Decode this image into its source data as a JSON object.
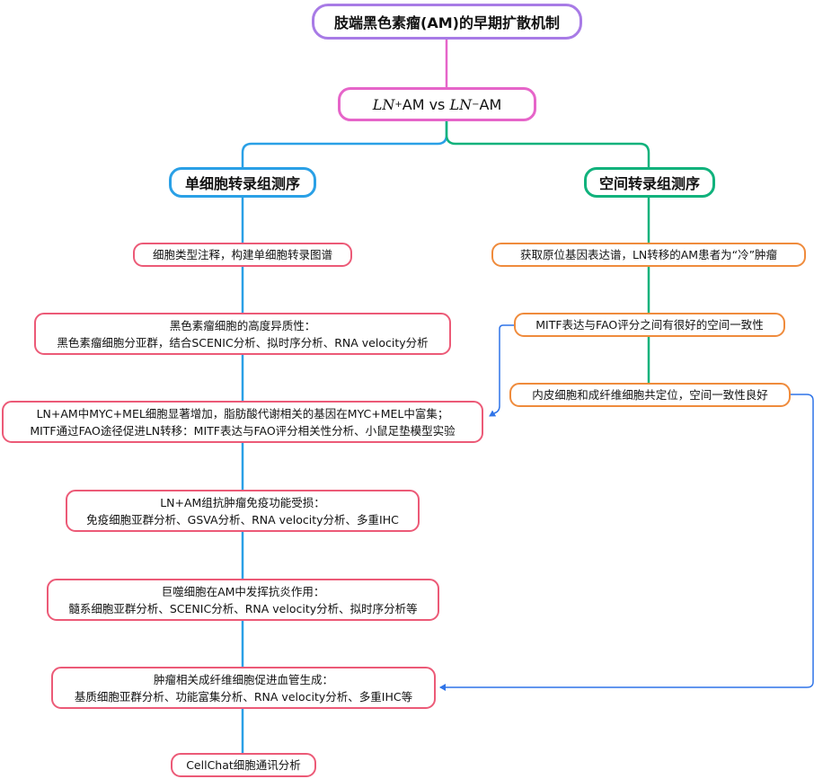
{
  "title": "肢端黑色素瘤(AM)的早期扩散机制",
  "comparison": {
    "ln_symbol": "LN",
    "plus": "+",
    "minus": "−",
    "am_vs": "AM vs ",
    "am": "AM"
  },
  "left_branch": {
    "label": "单细胞转录组测序",
    "nodes": [
      {
        "lines": [
          "细胞类型注释，构建单细胞转录图谱"
        ]
      },
      {
        "lines": [
          "黑色素瘤细胞的高度异质性：",
          "黑色素瘤细胞分亚群，结合SCENIC分析、拟时序分析、RNA velocity分析"
        ]
      },
      {
        "lines": [
          "LN+AM中MYC+MEL细胞显著增加，脂肪酸代谢相关的基因在MYC+MEL中富集；",
          "MITF通过FAO途径促进LN转移：MITF表达与FAO评分相关性分析、小鼠足垫模型实验"
        ]
      },
      {
        "lines": [
          "LN+AM组抗肿瘤免疫功能受损：",
          "免疫细胞亚群分析、GSVA分析、RNA velocity分析、多重IHC"
        ]
      },
      {
        "lines": [
          "巨噬细胞在AM中发挥抗炎作用：",
          "髓系细胞亚群分析、SCENIC分析、RNA velocity分析、拟时序分析等"
        ]
      },
      {
        "lines": [
          "肿瘤相关成纤维细胞促进血管生成：",
          "基质细胞亚群分析、功能富集分析、RNA velocity分析、多重IHC等"
        ]
      },
      {
        "lines": [
          "CellChat细胞通讯分析"
        ]
      }
    ]
  },
  "right_branch": {
    "label": "空间转录组测序",
    "nodes": [
      {
        "lines": [
          "获取原位基因表达谱，LN转移的AM患者为“冷”肿瘤"
        ]
      },
      {
        "lines": [
          "MITF表达与FAO评分之间有很好的空间一致性"
        ]
      },
      {
        "lines": [
          "内皮细胞和成纤维细胞共定位，空间一致性良好"
        ]
      }
    ]
  },
  "colors": {
    "title_border": "#a87be6",
    "compare_border": "#e665c9",
    "blue": "#2aa0e6",
    "green": "#10b27c",
    "red": "#ec5a77",
    "orange": "#ef8b3c",
    "link": "#2f74e8"
  }
}
